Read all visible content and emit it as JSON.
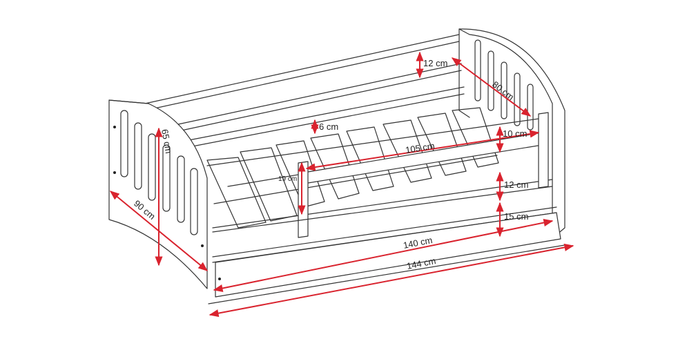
{
  "dimensions": {
    "head_height": "12 cm",
    "headboard_width": "80 cm",
    "slat_gap": "6 cm",
    "rail_height": "10 cm",
    "rail_length": "105 cm",
    "opening_height": "19 cm",
    "footboard_height": "65 cm",
    "bed_width": "90 cm",
    "under_rail_height": "12 cm",
    "drawer_height": "15 cm",
    "mattress_length": "140 cm",
    "total_length": "144 cm"
  },
  "colors": {
    "dimension_line": "#d9232e",
    "outline": "#333333"
  }
}
